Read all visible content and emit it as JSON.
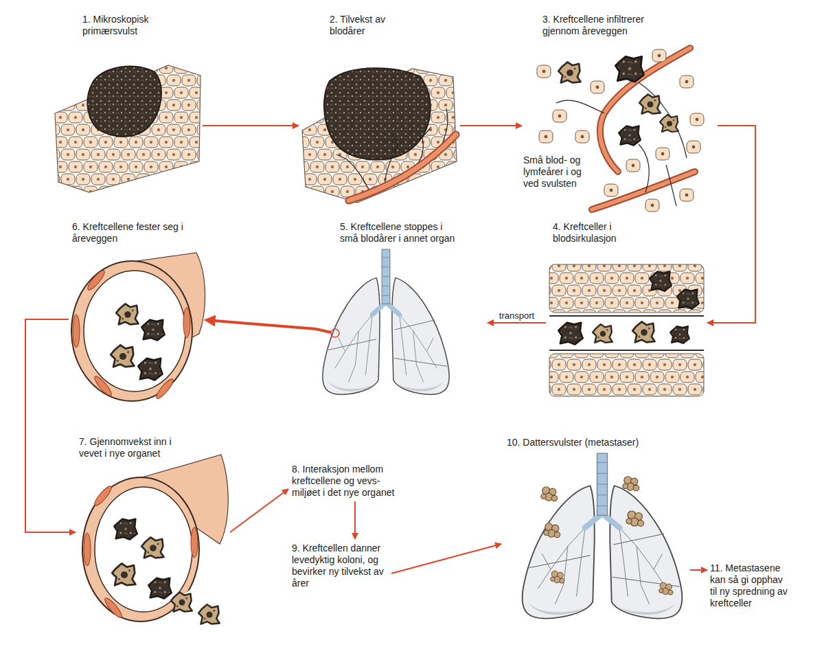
{
  "diagram": {
    "nodes": [
      {
        "text": [
          "1. Mikroskopisk primærsvulst"
        ]
      },
      {
        "text": [
          "2. Tilvekst av blodårer"
        ]
      },
      {
        "text": [
          "3. Kreftcellene infiltrerer gjennom åreveggen",
          "Små blod- og lymfeårer i og ved svulsten"
        ]
      },
      {
        "text": [
          "4. Kreftceller i blodsirkulasjon"
        ]
      },
      {
        "text": [
          "5. Kreftcellene stoppes i små blodårer i annet organ"
        ]
      },
      {
        "text": [
          "6. Kreftcellene fester seg i åreveggen"
        ]
      },
      {
        "text": [
          "7. Gjennomvekst inn i vevet i nye organet"
        ]
      },
      {
        "text": [
          "8. Interaksjon mellom kreftcellene og vevs-miljøet i det nye organet"
        ]
      },
      {
        "text": [
          "9. Kreftcellen danner levedyktig koloni, og bevirker ny tilvekst av årer"
        ]
      },
      {
        "text": [
          "10. Dattersvulster (metastaser)"
        ]
      },
      {
        "text": [
          "11. Metastasene kan så gi opphav til ny spredning av kreftceller"
        ]
      }
    ],
    "edges": [
      {
        "from": 0,
        "to": 1,
        "arrow": "to"
      },
      {
        "from": 1,
        "to": 2,
        "arrow": "to"
      },
      {
        "from": 2,
        "to": 3,
        "arrow": "to"
      },
      {
        "from": 3,
        "to": 4,
        "label": "transport",
        "arrow": "to"
      },
      {
        "from": 4,
        "to": 5,
        "arrow": "to"
      },
      {
        "from": 5,
        "to": 6,
        "arrow": "to"
      },
      {
        "from": 6,
        "to": 7,
        "arrow": "to"
      },
      {
        "from": 7,
        "to": 8,
        "arrow": "to"
      },
      {
        "from": 8,
        "to": 9,
        "arrow": "to"
      },
      {
        "from": 9,
        "to": 10,
        "arrow": "to"
      }
    ]
  }
}
